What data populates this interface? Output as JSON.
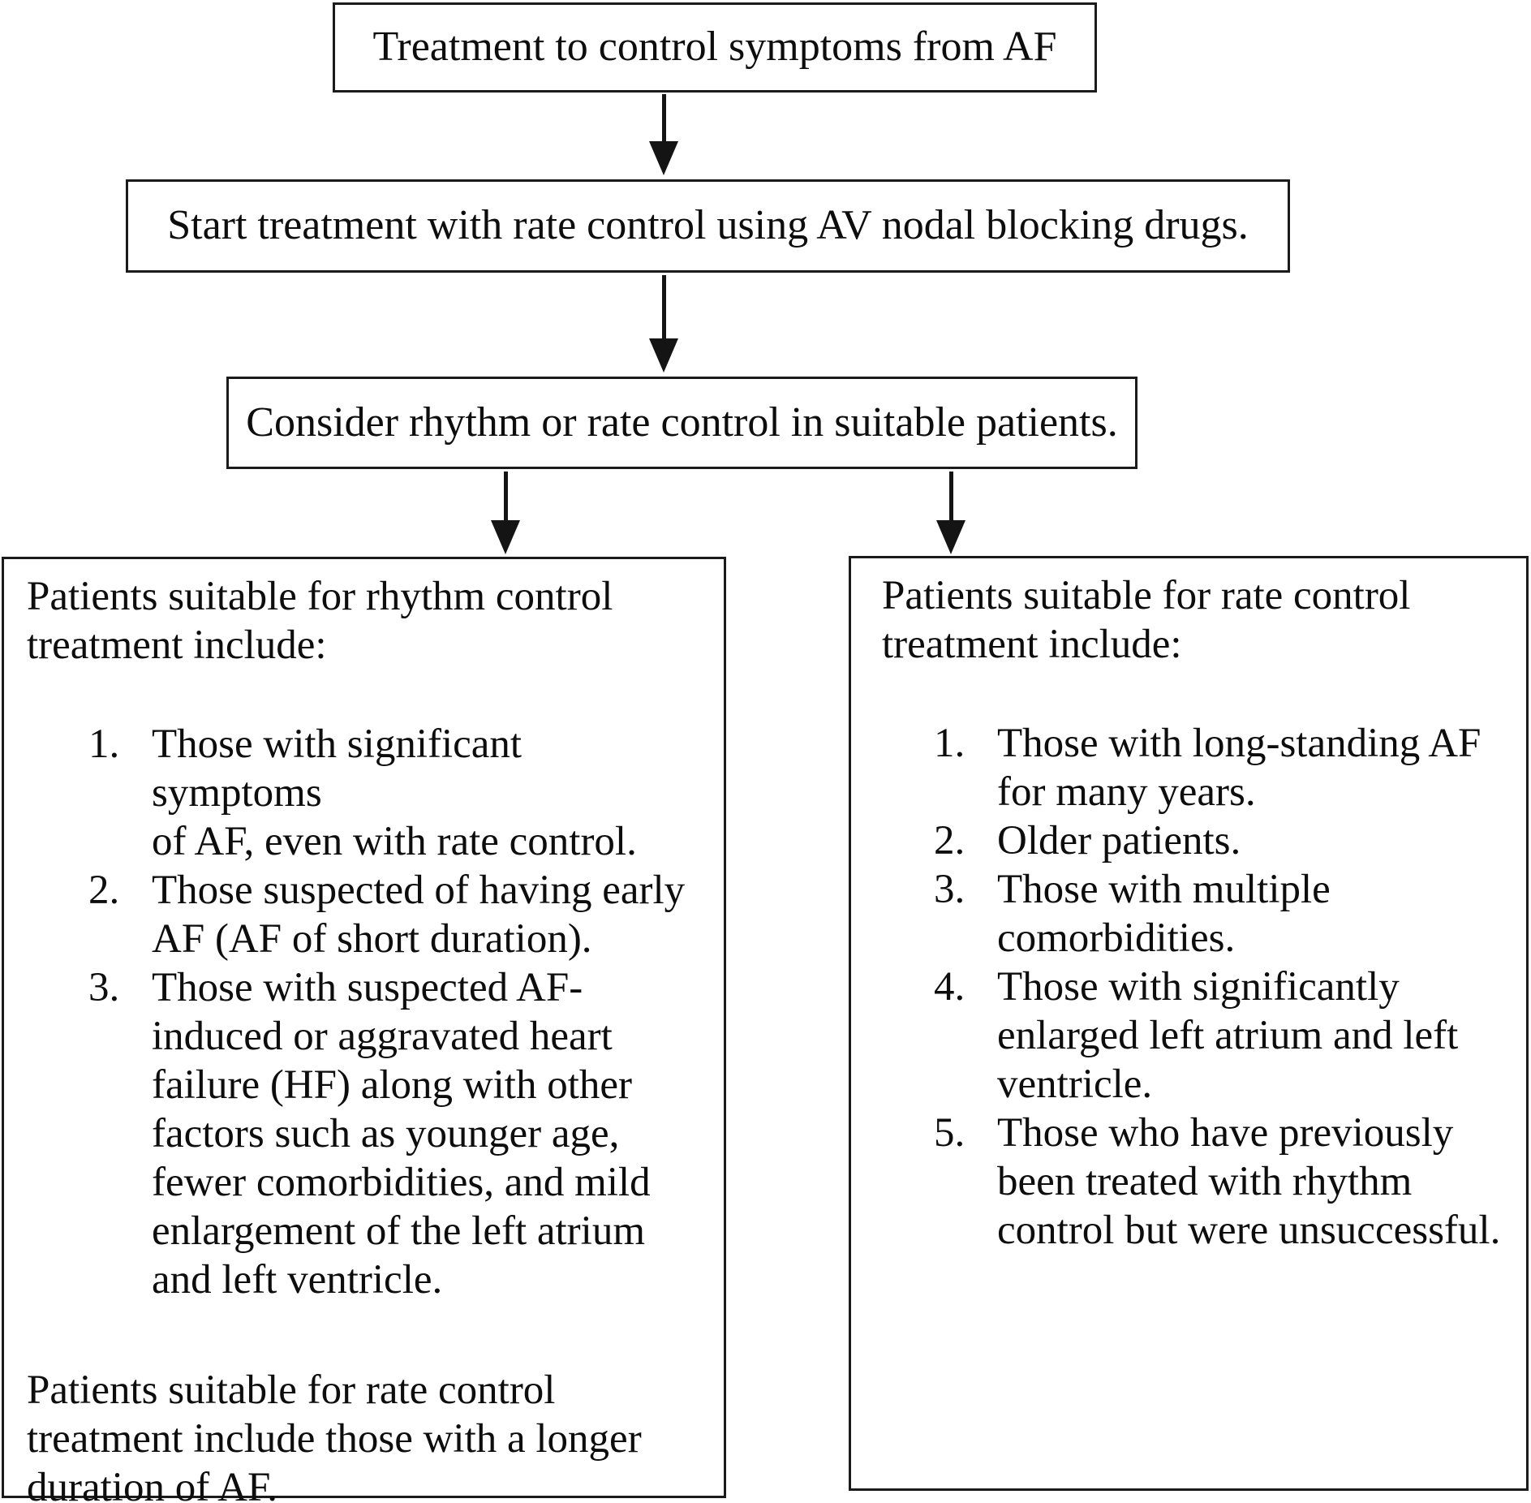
{
  "flow": {
    "box1": "Treatment to control symptoms from AF",
    "box2": "Start treatment with rate control using AV nodal blocking drugs.",
    "box3": "Consider rhythm or rate control in suitable patients."
  },
  "left_box": {
    "heading": "Patients suitable for rhythm control\ntreatment include:",
    "items": [
      {
        "marker": "1.",
        "text": "Those with significant symptoms\nof AF, even with rate control."
      },
      {
        "marker": "2.",
        "text": "Those suspected of having early\nAF (AF of short duration)."
      },
      {
        "marker": "3.",
        "text": "Those with suspected AF-\ninduced or aggravated heart\nfailure (HF) along with other\nfactors such as younger age,\nfewer comorbidities, and mild\nenlargement of the left atrium\nand left ventricle."
      }
    ],
    "footer": "Patients suitable for rate control\ntreatment include those with a longer\nduration of AF."
  },
  "right_box": {
    "heading": "Patients suitable for rate control\ntreatment include:",
    "items": [
      {
        "marker": "1.",
        "text": "Those with long-standing AF\nfor many years."
      },
      {
        "marker": "2.",
        "text": "Older patients."
      },
      {
        "marker": "3.",
        "text": "Those with multiple\ncomorbidities."
      },
      {
        "marker": "4.",
        "text": "Those with significantly\nenlarged left atrium and left\nventricle."
      },
      {
        "marker": "5.",
        "text": "Those who have previously\nbeen treated with rhythm\ncontrol but were unsuccessful."
      }
    ]
  }
}
